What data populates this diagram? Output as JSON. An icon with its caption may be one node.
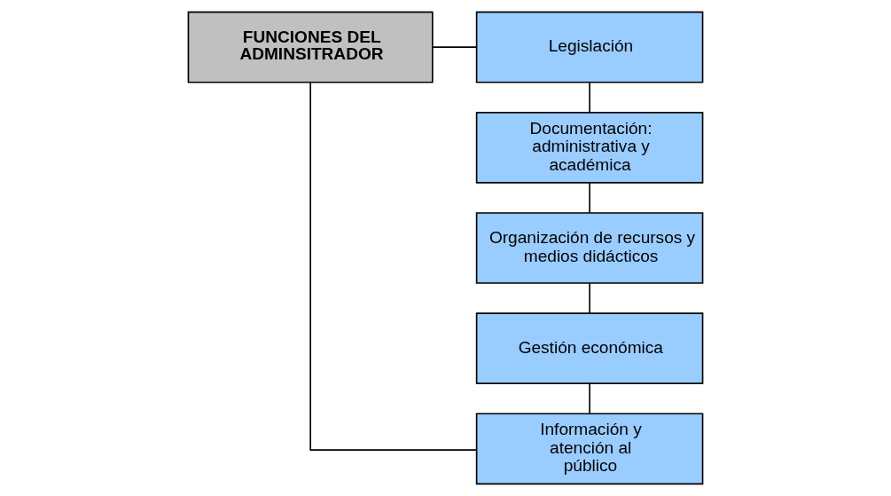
{
  "diagram": {
    "nodes": [
      {
        "text": [
          "FUNCIONES DEL ADMINSITRADOR"
        ]
      },
      {
        "text": [
          "Legislación"
        ]
      },
      {
        "text": [
          "Documentación: administrativa y académica"
        ]
      },
      {
        "text": [
          "Organización de recursos y medios didácticos"
        ]
      },
      {
        "text": [
          "Gestión económica"
        ]
      },
      {
        "text": [
          "Información y atención al público"
        ]
      }
    ],
    "edges": [
      {
        "from": 0,
        "to": 1,
        "arrow": "none"
      },
      {
        "from": 1,
        "to": 2,
        "arrow": "none"
      },
      {
        "from": 2,
        "to": 3,
        "arrow": "none"
      },
      {
        "from": 3,
        "to": 4,
        "arrow": "none"
      },
      {
        "from": 4,
        "to": 5,
        "arrow": "none"
      },
      {
        "from": 0,
        "to": 5,
        "arrow": "none"
      }
    ]
  }
}
